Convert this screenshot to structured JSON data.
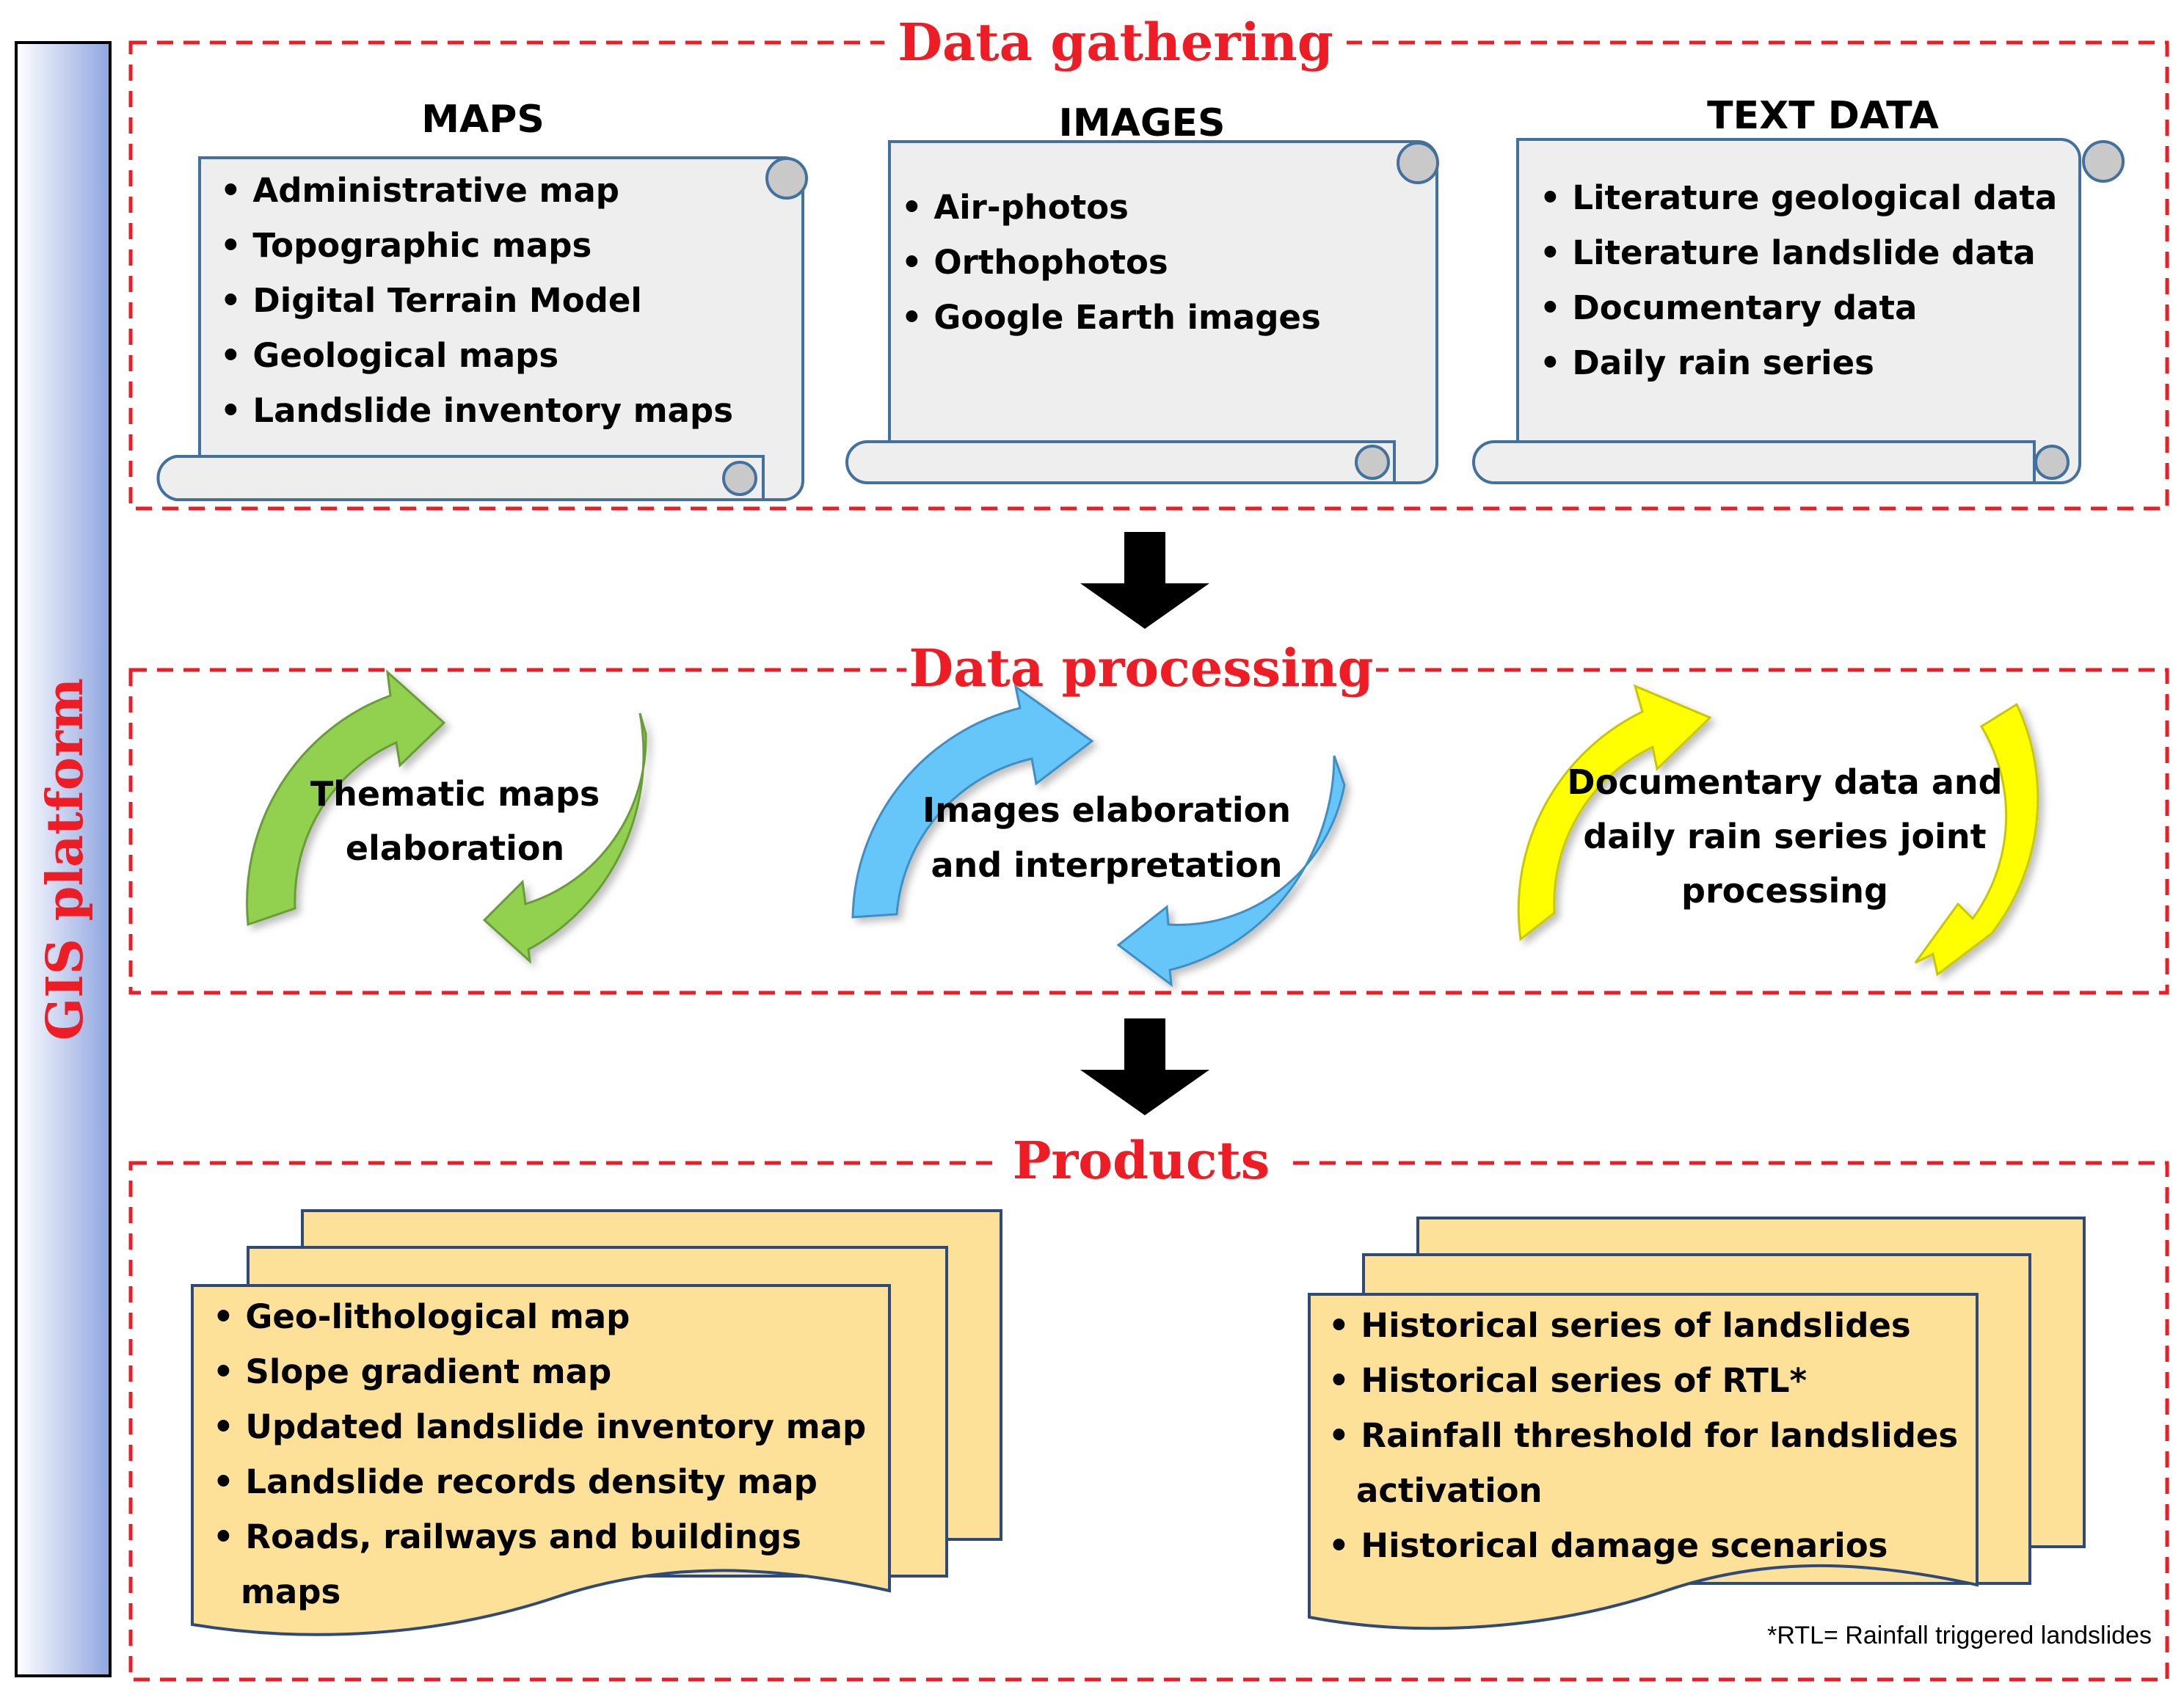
{
  "side_label": "GIS platform",
  "colors": {
    "section_title": "#ee1c24",
    "dashed_border": "#ee1c24",
    "scroll_fill": "#eeeeee",
    "product_fill": "#fde199",
    "cycle_green": "#92d050",
    "cycle_blue": "#66c6fa",
    "cycle_yellow": "#ffff00",
    "sidebar_gradient": [
      "#ffffff",
      "#8fa5e0"
    ]
  },
  "sections": {
    "gathering": {
      "title": "Data gathering",
      "scrolls": [
        {
          "heading": "MAPS",
          "items": [
            "Administrative map",
            "Topographic maps",
            "Digital Terrain Model",
            "Geological maps",
            "Landslide inventory maps"
          ]
        },
        {
          "heading": "IMAGES",
          "items": [
            "Air-photos",
            "Orthophotos",
            "Google Earth images"
          ]
        },
        {
          "heading": "TEXT DATA",
          "items": [
            "Literature geological data",
            "Literature landslide data",
            "Documentary data",
            "Daily rain series"
          ]
        }
      ]
    },
    "processing": {
      "title": "Data processing",
      "cycles": [
        {
          "lines": [
            "Thematic maps",
            "elaboration"
          ],
          "color": "#92d050"
        },
        {
          "lines": [
            "Images elaboration",
            "and interpretation"
          ],
          "color": "#66c6fa"
        },
        {
          "lines": [
            "Documentary data and",
            "daily rain series joint",
            "processing"
          ],
          "color": "#ffff00"
        }
      ]
    },
    "products": {
      "title": "Products",
      "stacks": [
        {
          "lines": [
            "Geo-lithological map",
            "Slope gradient map",
            "Updated landslide inventory map",
            "Landslide records density map",
            "Roads, railways and buildings",
            "maps"
          ],
          "bulleted": [
            true,
            true,
            true,
            true,
            true,
            false
          ]
        },
        {
          "lines": [
            "Historical series of landslides",
            "Historical series of RTL*",
            "Rainfall threshold for landslides",
            "activation",
            "Historical damage scenarios"
          ],
          "bulleted": [
            true,
            true,
            true,
            false,
            true
          ]
        }
      ],
      "footnote": "*RTL= Rainfall triggered landslides"
    }
  }
}
